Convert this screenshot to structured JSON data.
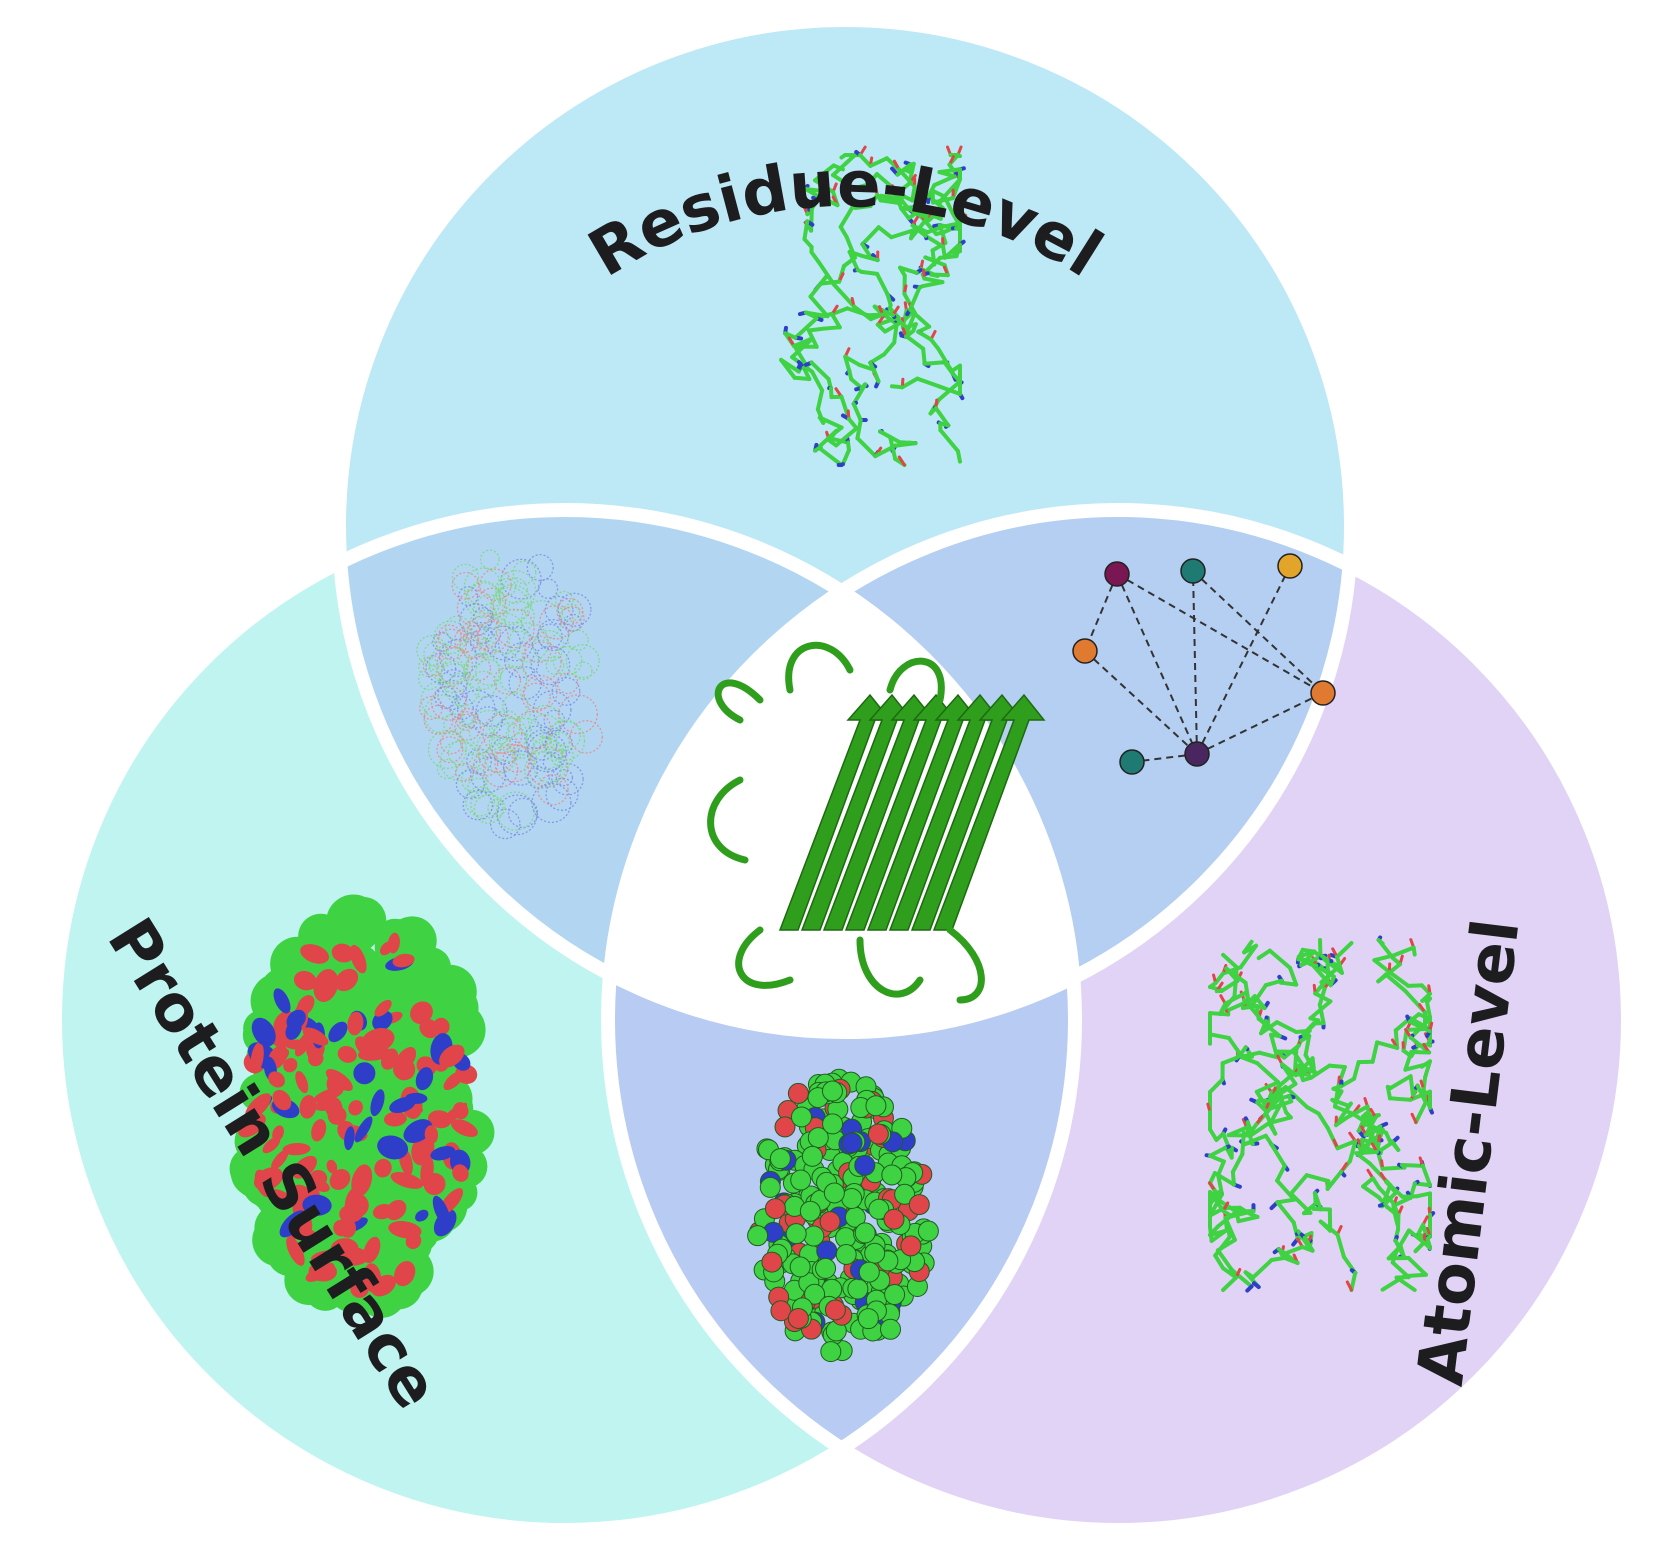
{
  "labels": {
    "residue": "Residue-Level",
    "surface": "Protein Surface",
    "atomic": "Atomic-Level"
  },
  "colors": {
    "residue_circle": "#bde8f6",
    "surface_circle": "#bff4f0",
    "atomic_circle": "#e1d3f6",
    "overlap_residue_surface": "#b2d6f2",
    "overlap_residue_atomic": "#b4cff2",
    "overlap_surface_atomic": "#b8cbf2",
    "center": "#ffffff",
    "separator": "#ffffff",
    "protein_green": "#3fd243",
    "cartoon_green": "#2f9e1d",
    "oxygen_red": "#e0454a",
    "nitrogen_blue": "#2e3ec8"
  },
  "panels": {
    "residue": "residue-stick-model",
    "surface": "molecular-surface-model",
    "atomic": "atomic-stick-model",
    "residue_surface": "mesh-surface-model",
    "residue_atomic": "atom-graph",
    "surface_atomic": "sphere-model",
    "center": "cartoon-beta-barrel"
  }
}
